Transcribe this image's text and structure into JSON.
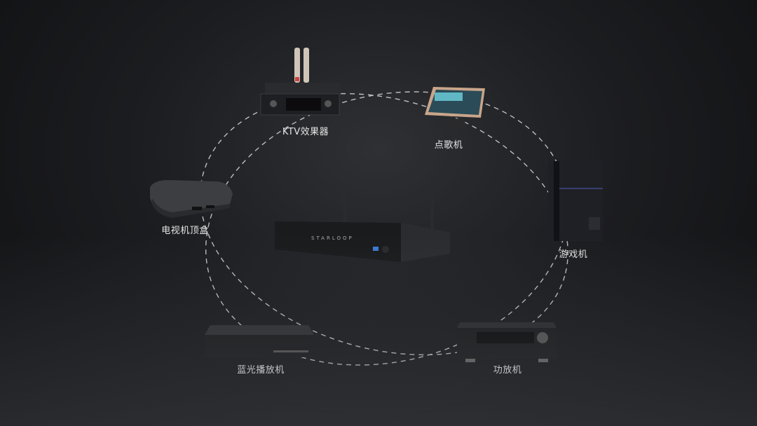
{
  "devices": {
    "center": {
      "brand": "STARLOOP"
    },
    "ktv": {
      "label": "KTV效果器"
    },
    "jukebox": {
      "label": "点歌机"
    },
    "settop": {
      "label": "电视机顶盒"
    },
    "console": {
      "label": "游戏机"
    },
    "bluray": {
      "label": "蓝光播放机"
    },
    "amplifier": {
      "label": "功放机"
    }
  },
  "colors": {
    "background": "#1c1d20",
    "text": "#e6e6e6",
    "dash": "#d8d8d8"
  }
}
